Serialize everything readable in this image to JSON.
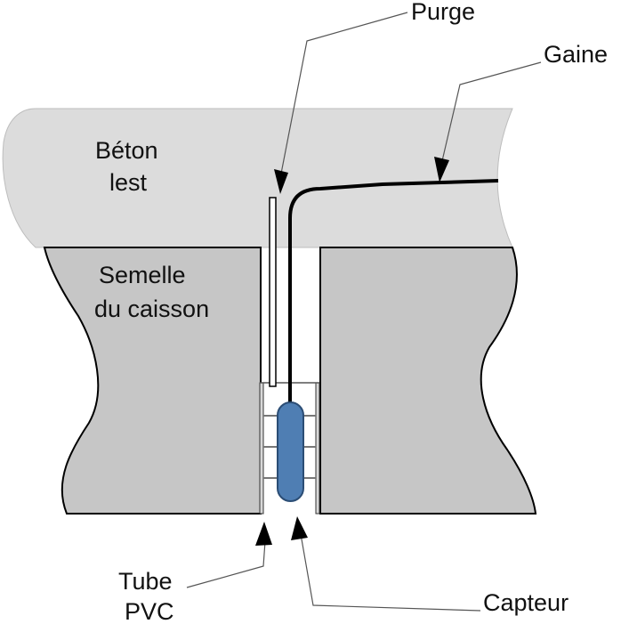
{
  "labels": {
    "purge": "Purge",
    "gaine": "Gaine",
    "beton_line1": "Béton",
    "beton_line2": "lest",
    "semelle_line1": "Semelle",
    "semelle_line2": "du caisson",
    "tube_line1": "Tube",
    "tube_line2": "PVC",
    "capteur": "Capteur"
  },
  "colors": {
    "concrete_ballast": "#dcdcdc",
    "caisson_sole": "#c6c6c6",
    "sensor": "#4f7eb3",
    "outline": "#000000",
    "leader": "#555555"
  }
}
